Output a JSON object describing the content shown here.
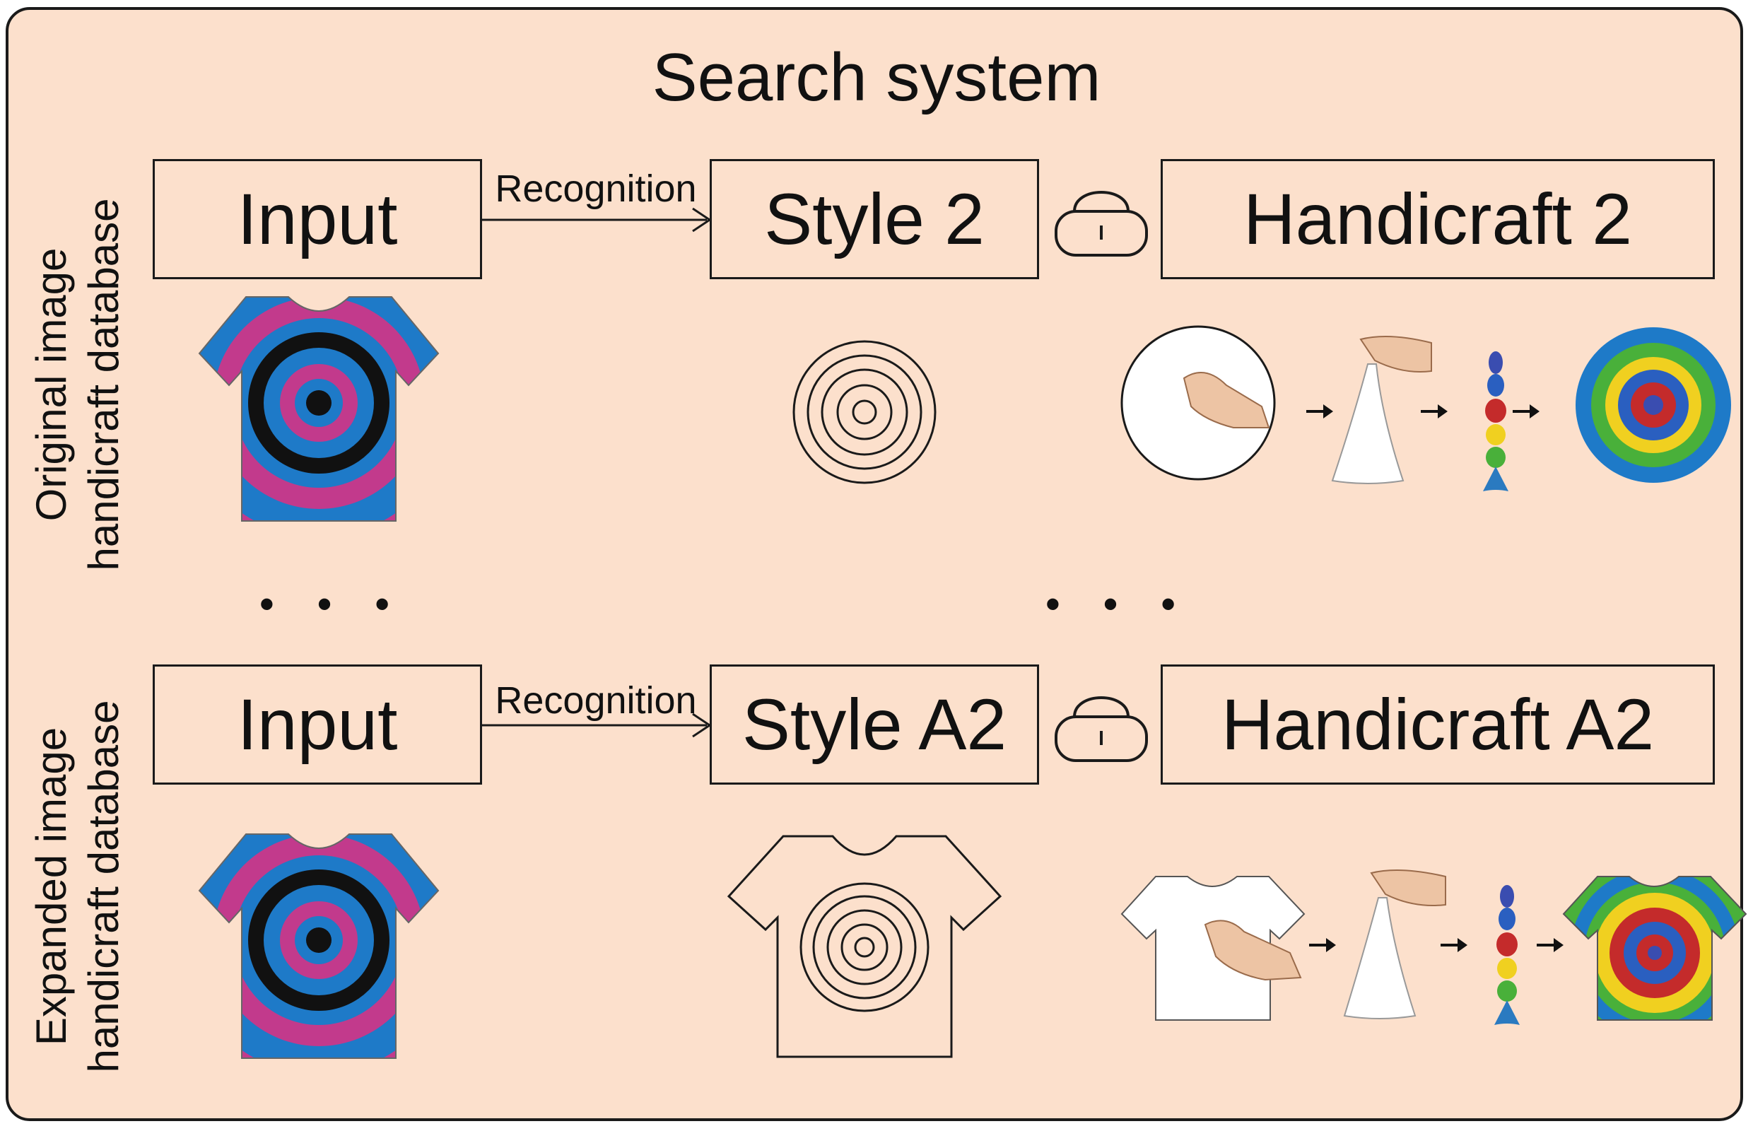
{
  "title": "Search system",
  "rows": [
    {
      "side_label": [
        "Original image",
        "handicraft database"
      ],
      "input_label": "Input",
      "arrow_label": "Recognition",
      "style_label": "Style 2",
      "handicraft_label": "Handicraft 2",
      "style_icon": "concentric-circles-icon",
      "steps_icon": [
        "cloth-circle-pinch-icon",
        "arrow-right-icon",
        "cloth-lifted-icon",
        "arrow-right-icon",
        "tied-cloth-bands-icon",
        "arrow-right-icon",
        "dyed-circle-result-icon"
      ]
    },
    {
      "side_label": [
        "Expanded image",
        "handicraft database"
      ],
      "input_label": "Input",
      "arrow_label": "Recognition",
      "style_label": "Style A2",
      "handicraft_label": "Handicraft A2",
      "style_icon": "tshirt-concentric-circles-icon",
      "steps_icon": [
        "tshirt-pinch-icon",
        "arrow-right-icon",
        "cloth-lifted-icon",
        "arrow-right-icon",
        "tied-cloth-bands-icon",
        "arrow-right-icon",
        "dyed-tshirt-result-icon"
      ]
    }
  ],
  "ellipsis": "• • •",
  "colors": {
    "background": "#fce0cc",
    "border": "#1a1a1a",
    "tiedye_magenta": "#c23a8c",
    "tiedye_blue": "#1e7ac8",
    "tiedye_black": "#111111"
  }
}
